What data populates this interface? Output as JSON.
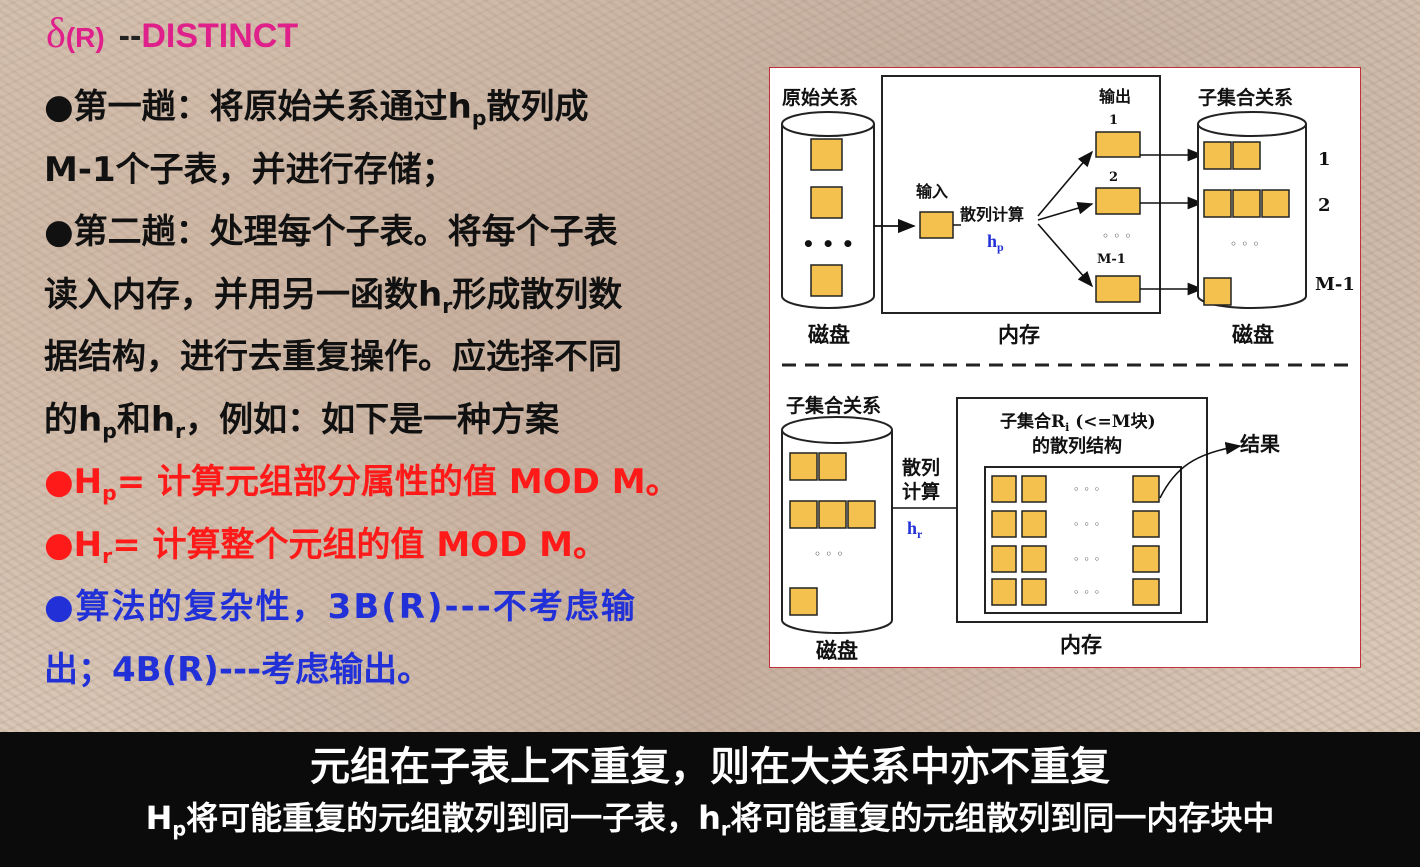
{
  "title": {
    "delta": "δ",
    "r": "(R)",
    "dash": "--",
    "word": "DISTINCT"
  },
  "bullets": {
    "b1_pre": "●第一趟：将原始关系通过h",
    "b1_sub": "p",
    "b1_post": "散列成",
    "b1_line2": "M-1个子表，并进行存储；",
    "b2_line1": "●第二趟：处理每个子表。将每个子表",
    "b2_line2_pre": "读入内存，并用另一函数h",
    "b2_line2_sub": "r",
    "b2_line2_post": "形成散列数",
    "b2_line3": "据结构，进行去重复操作。应选择不同",
    "b2_line4_a": "的h",
    "b2_line4_sub1": "p",
    "b2_line4_b": "和h",
    "b2_line4_sub2": "r",
    "b2_line4_c": "，例如：如下是一种方案",
    "hp_pre": "●H",
    "hp_sub": "p",
    "hp_post": "= 计算元组部分属性的值 MOD M。",
    "hr_pre": "●H",
    "hr_sub": "r",
    "hr_post": "= 计算整个元组的值 MOD M。",
    "complexity_line1": "●算法的复杂性，3B(R)---不考虑输",
    "complexity_line2": "出；4B(R)---考虑输出。"
  },
  "diagram": {
    "top": {
      "source_relation": "原始关系",
      "disk_left": "磁盘",
      "memory": "内存",
      "disk_right": "磁盘",
      "input": "输入",
      "hash_compute": "散列计算",
      "hp": "h",
      "hp_sub": "p",
      "output": "输出",
      "out1": "1",
      "out2": "2",
      "outm": "M-1",
      "subset_relations": "子集合关系",
      "row1": "1",
      "row2": "2",
      "rowm": "M-1",
      "ellipsis": "• • •",
      "dots_small": "◦ ◦ ◦"
    },
    "bottom": {
      "subset_relations": "子集合关系",
      "disk": "磁盘",
      "memory": "内存",
      "hash_line1": "散列",
      "hash_line2": "计算",
      "hr": "h",
      "hr_sub": "r",
      "struct_line1_pre": "子集合R",
      "struct_line1_sub": "i",
      "struct_line1_post": " (<=M块)",
      "struct_line2": "的散列结构",
      "result": "结果",
      "dots_small": "◦ ◦ ◦"
    }
  },
  "banner": {
    "line1": "元组在子表上不重复，则在大关系中亦不重复",
    "line2_a": "H",
    "line2_sub1": "p",
    "line2_b": "将可能重复的元组散列到同一子表，h",
    "line2_sub2": "r",
    "line2_c": "将可能重复的元组散列到同一内存块中"
  },
  "colors": {
    "accent_pink": "#e0208a",
    "red": "#ff1a1a",
    "blue": "#2230d8",
    "block": "#f4c04e",
    "frame": "#c0303a"
  }
}
